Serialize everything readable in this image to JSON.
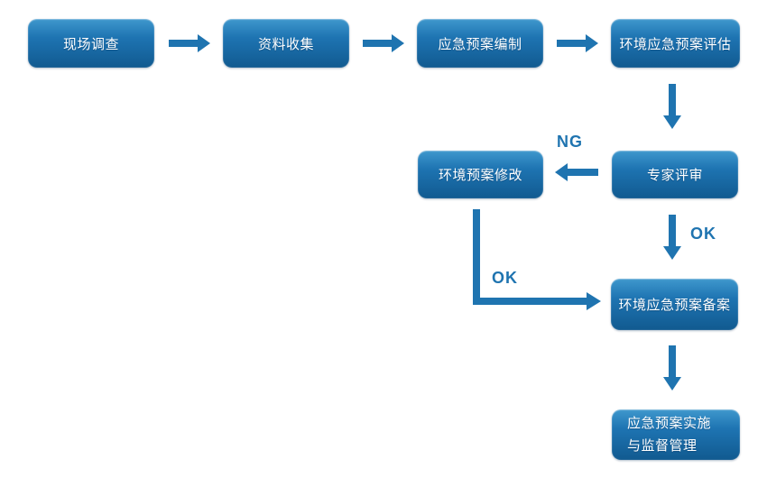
{
  "flowchart": {
    "colors": {
      "accent": "#1f74b0",
      "box_top": "#3f98cd",
      "box_mid": "#1e74b2",
      "box_bottom": "#115a90",
      "text": "#ffffff",
      "background": "#ffffff"
    },
    "nodes": {
      "site_survey": "现场调查",
      "data_collection": "资料收集",
      "plan_compilation": "应急预案编制",
      "plan_evaluation": "环境应急预案评估",
      "plan_revision": "环境预案修改",
      "expert_review": "专家评审",
      "plan_filing": "环境应急预案备案",
      "implementation_line1": "应急预案实施",
      "implementation_line2": "与监督管理"
    },
    "edge_labels": {
      "ng": "NG",
      "ok_review_to_filing": "OK",
      "ok_revision_to_filing": "OK"
    }
  }
}
